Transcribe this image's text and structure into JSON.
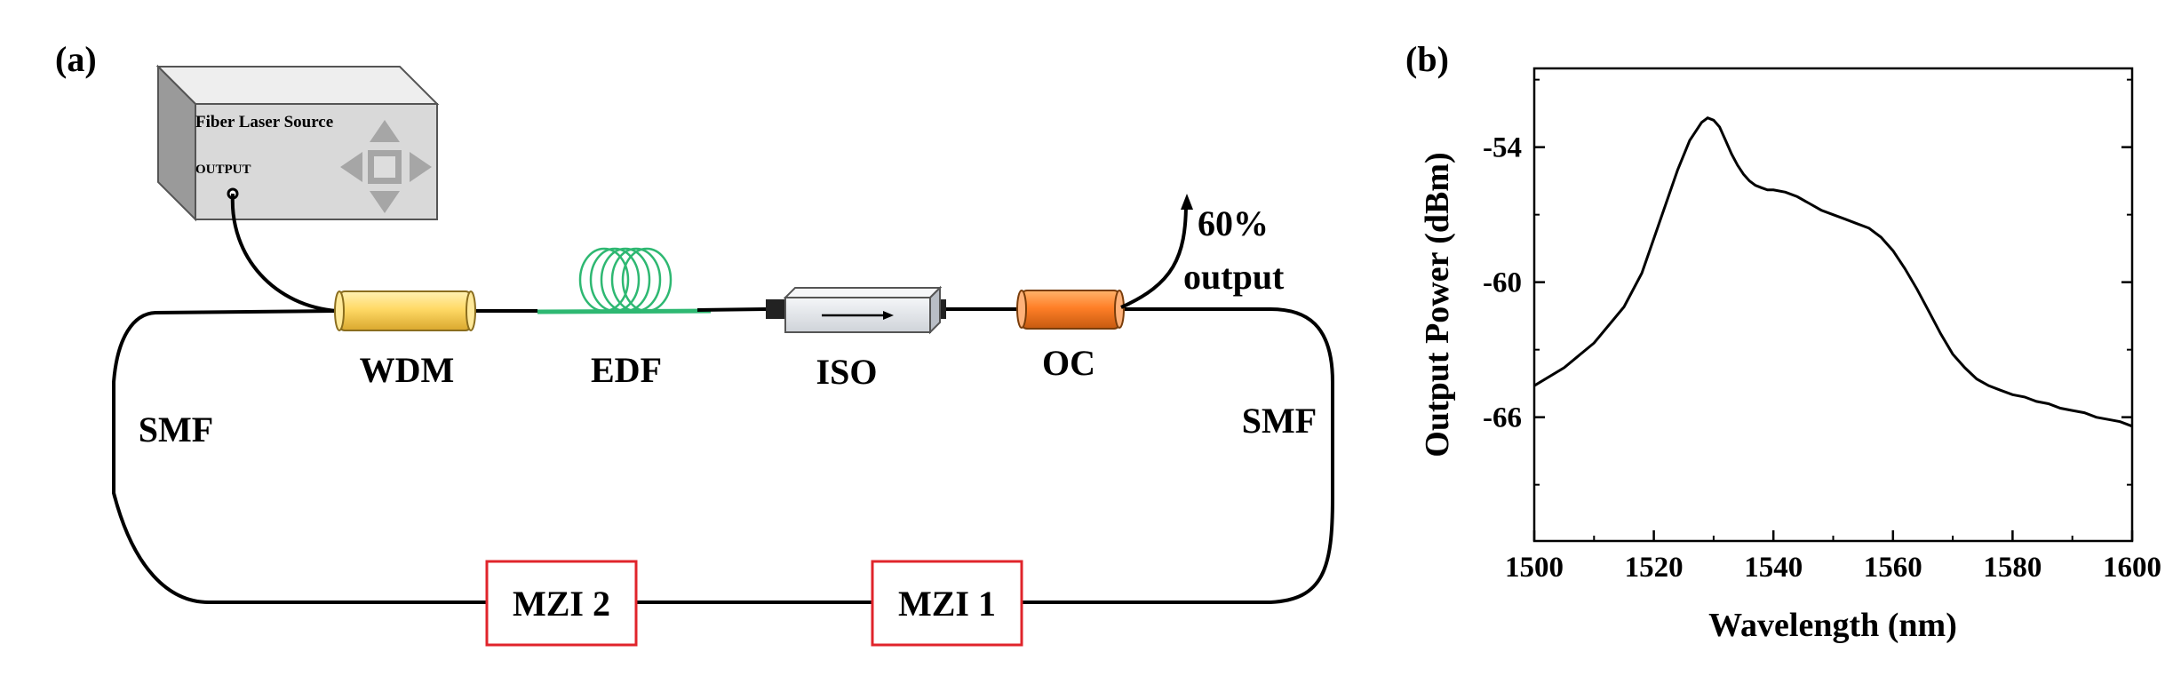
{
  "panel_a": {
    "label": "(a)",
    "source": {
      "title": "Fiber Laser Source",
      "output_label": "OUTPUT"
    },
    "components": {
      "wdm": "WDM",
      "edf": "EDF",
      "iso": "ISO",
      "oc": "OC",
      "smf_left": "SMF",
      "smf_right": "SMF",
      "mzi2": "MZI 2",
      "mzi1": "MZI 1",
      "output_pct": "60%",
      "output_word": "output"
    },
    "colors": {
      "wdm": "#ffd966",
      "edf": "#2eb872",
      "iso": "#e0e3e8",
      "oc": "#ff7f27",
      "mzi_border": "#e0242b"
    }
  },
  "panel_b": {
    "label": "(b)"
  },
  "chart_data": {
    "type": "line",
    "xlabel": "Wavelength (nm)",
    "ylabel": "Output Power (dBm)",
    "xlim": [
      1500,
      1600
    ],
    "ylim": [
      -71.5,
      -50.5
    ],
    "xticks": [
      1500,
      1520,
      1540,
      1560,
      1580,
      1600
    ],
    "yticks": [
      -54,
      -60,
      -66
    ],
    "grid": false,
    "series": [
      {
        "x": [
          1500,
          1505,
          1510,
          1515,
          1518,
          1521,
          1524,
          1526,
          1528,
          1529,
          1530,
          1531,
          1532,
          1533,
          1534,
          1535,
          1536,
          1537,
          1538,
          1539,
          1540,
          1542,
          1544,
          1546,
          1548,
          1550,
          1552,
          1554,
          1556,
          1558,
          1560,
          1562,
          1564,
          1566,
          1568,
          1570,
          1572,
          1574,
          1576,
          1578,
          1580,
          1582,
          1584,
          1586,
          1588,
          1590,
          1592,
          1594,
          1596,
          1598,
          1600
        ],
        "y": [
          -64.6,
          -63.8,
          -62.7,
          -61.1,
          -59.6,
          -57.3,
          -55.0,
          -53.7,
          -52.9,
          -52.7,
          -52.8,
          -53.1,
          -53.7,
          -54.3,
          -54.8,
          -55.2,
          -55.5,
          -55.7,
          -55.8,
          -55.9,
          -55.9,
          -56.0,
          -56.2,
          -56.5,
          -56.8,
          -57.0,
          -57.2,
          -57.4,
          -57.6,
          -58.0,
          -58.6,
          -59.4,
          -60.3,
          -61.3,
          -62.3,
          -63.2,
          -63.8,
          -64.3,
          -64.6,
          -64.8,
          -65.0,
          -65.1,
          -65.3,
          -65.4,
          -65.6,
          -65.7,
          -65.8,
          -66.0,
          -66.1,
          -66.2,
          -66.4
        ]
      }
    ]
  }
}
